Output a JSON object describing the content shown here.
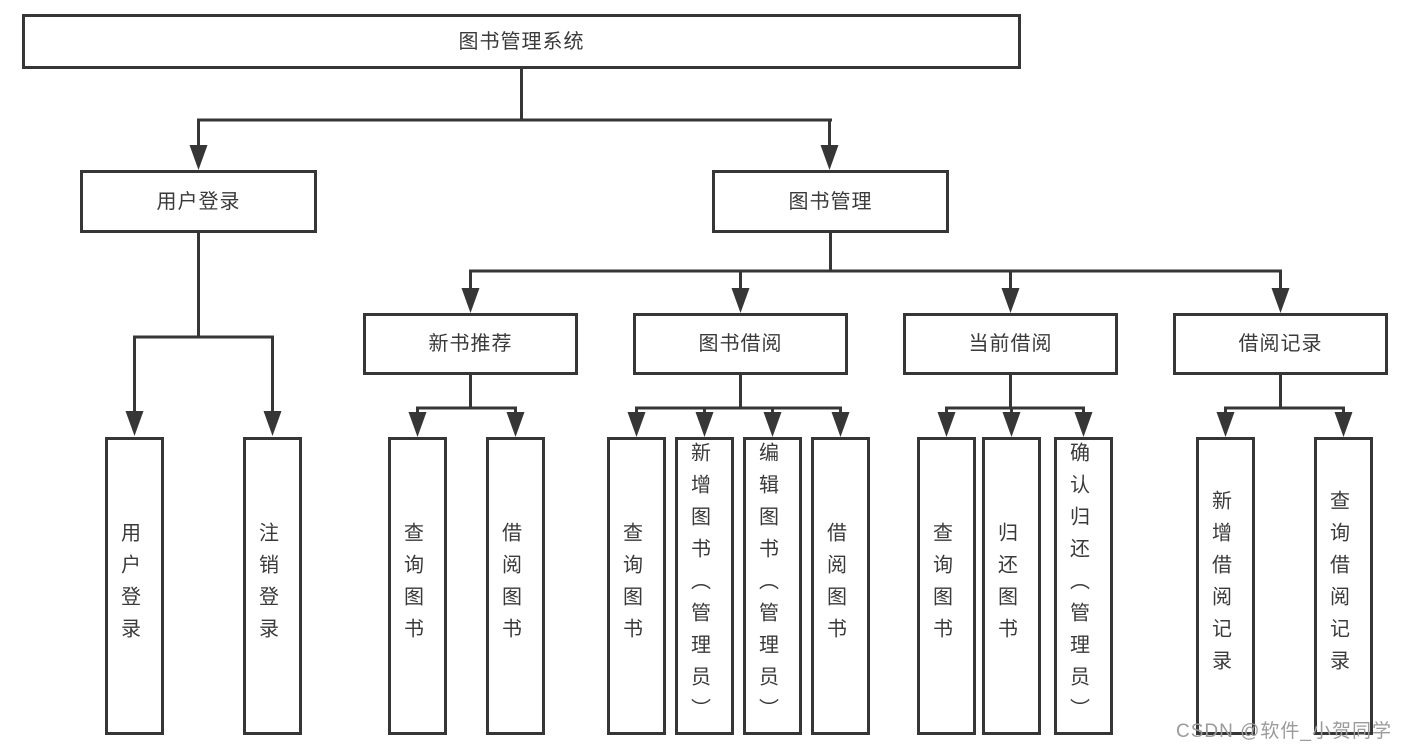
{
  "tree": {
    "root": "图书管理系统",
    "level2": [
      {
        "label": "用户登录",
        "children": [
          "用户登录",
          "注销登录"
        ]
      },
      {
        "label": "图书管理"
      }
    ],
    "level3": [
      {
        "label": "新书推荐",
        "children": [
          "查询图书",
          "借阅图书"
        ]
      },
      {
        "label": "图书借阅",
        "children": [
          "查询图书",
          "新增图书（管理员）",
          "编辑图书（管理员）",
          "借阅图书"
        ]
      },
      {
        "label": "当前借阅",
        "children": [
          "查询图书",
          "归还图书",
          "确认归还（管理员）"
        ]
      },
      {
        "label": "借阅记录",
        "children": [
          "新增借阅记录",
          "查询借阅记录"
        ]
      }
    ]
  },
  "watermark": {
    "text": "CSDN @软件_小贺同学"
  },
  "colors": {
    "line": "#363636",
    "text": "#3a3a3a",
    "background": "#ffffff",
    "watermark": "#9b9b9b"
  }
}
